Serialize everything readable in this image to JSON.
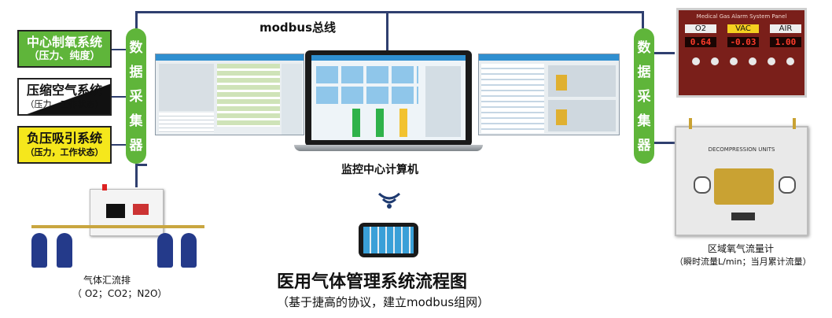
{
  "bus_label": "modbus总线",
  "left_systems": [
    {
      "title": "中心制氧系统",
      "sub": "（压力、纯度）",
      "bg": "#5fb53a",
      "color": "#ffffff"
    },
    {
      "title": "压缩空气系统",
      "sub": "（压力，工作状态）",
      "bg": "#ffffff",
      "color": "#111111"
    },
    {
      "title": "负压吸引系统",
      "sub": "（压力，工作状态）",
      "bg": "#f5e71c",
      "color": "#111111"
    }
  ],
  "collector_label": [
    "数",
    "据",
    "采",
    "集",
    "器"
  ],
  "computer_label": "监控中心计算机",
  "manifold_label": "气体汇流排",
  "manifold_sub": "（ O2；CO2；N2O）",
  "flowmeter_label": "区域氧气流量计",
  "flowmeter_sub": "（瞬时流量L/min；当月累计流量）",
  "title": "医用气体管理系统流程图",
  "subtitle": "（基于捷高的协议，建立modbus组网）",
  "alarm_panel": {
    "heading": "Medical Gas Alarm System Panel",
    "labels": [
      "O2",
      "VAC",
      "AIR"
    ],
    "values": [
      "0.64",
      "-0.03",
      "1.00"
    ]
  },
  "decompression_label": "DECOMPRESSION UNITS",
  "colors": {
    "green": "#5fb53a",
    "yellow": "#f5e71c",
    "bus": "#2f3f6f",
    "screen_blue": "#2f8fd0"
  }
}
